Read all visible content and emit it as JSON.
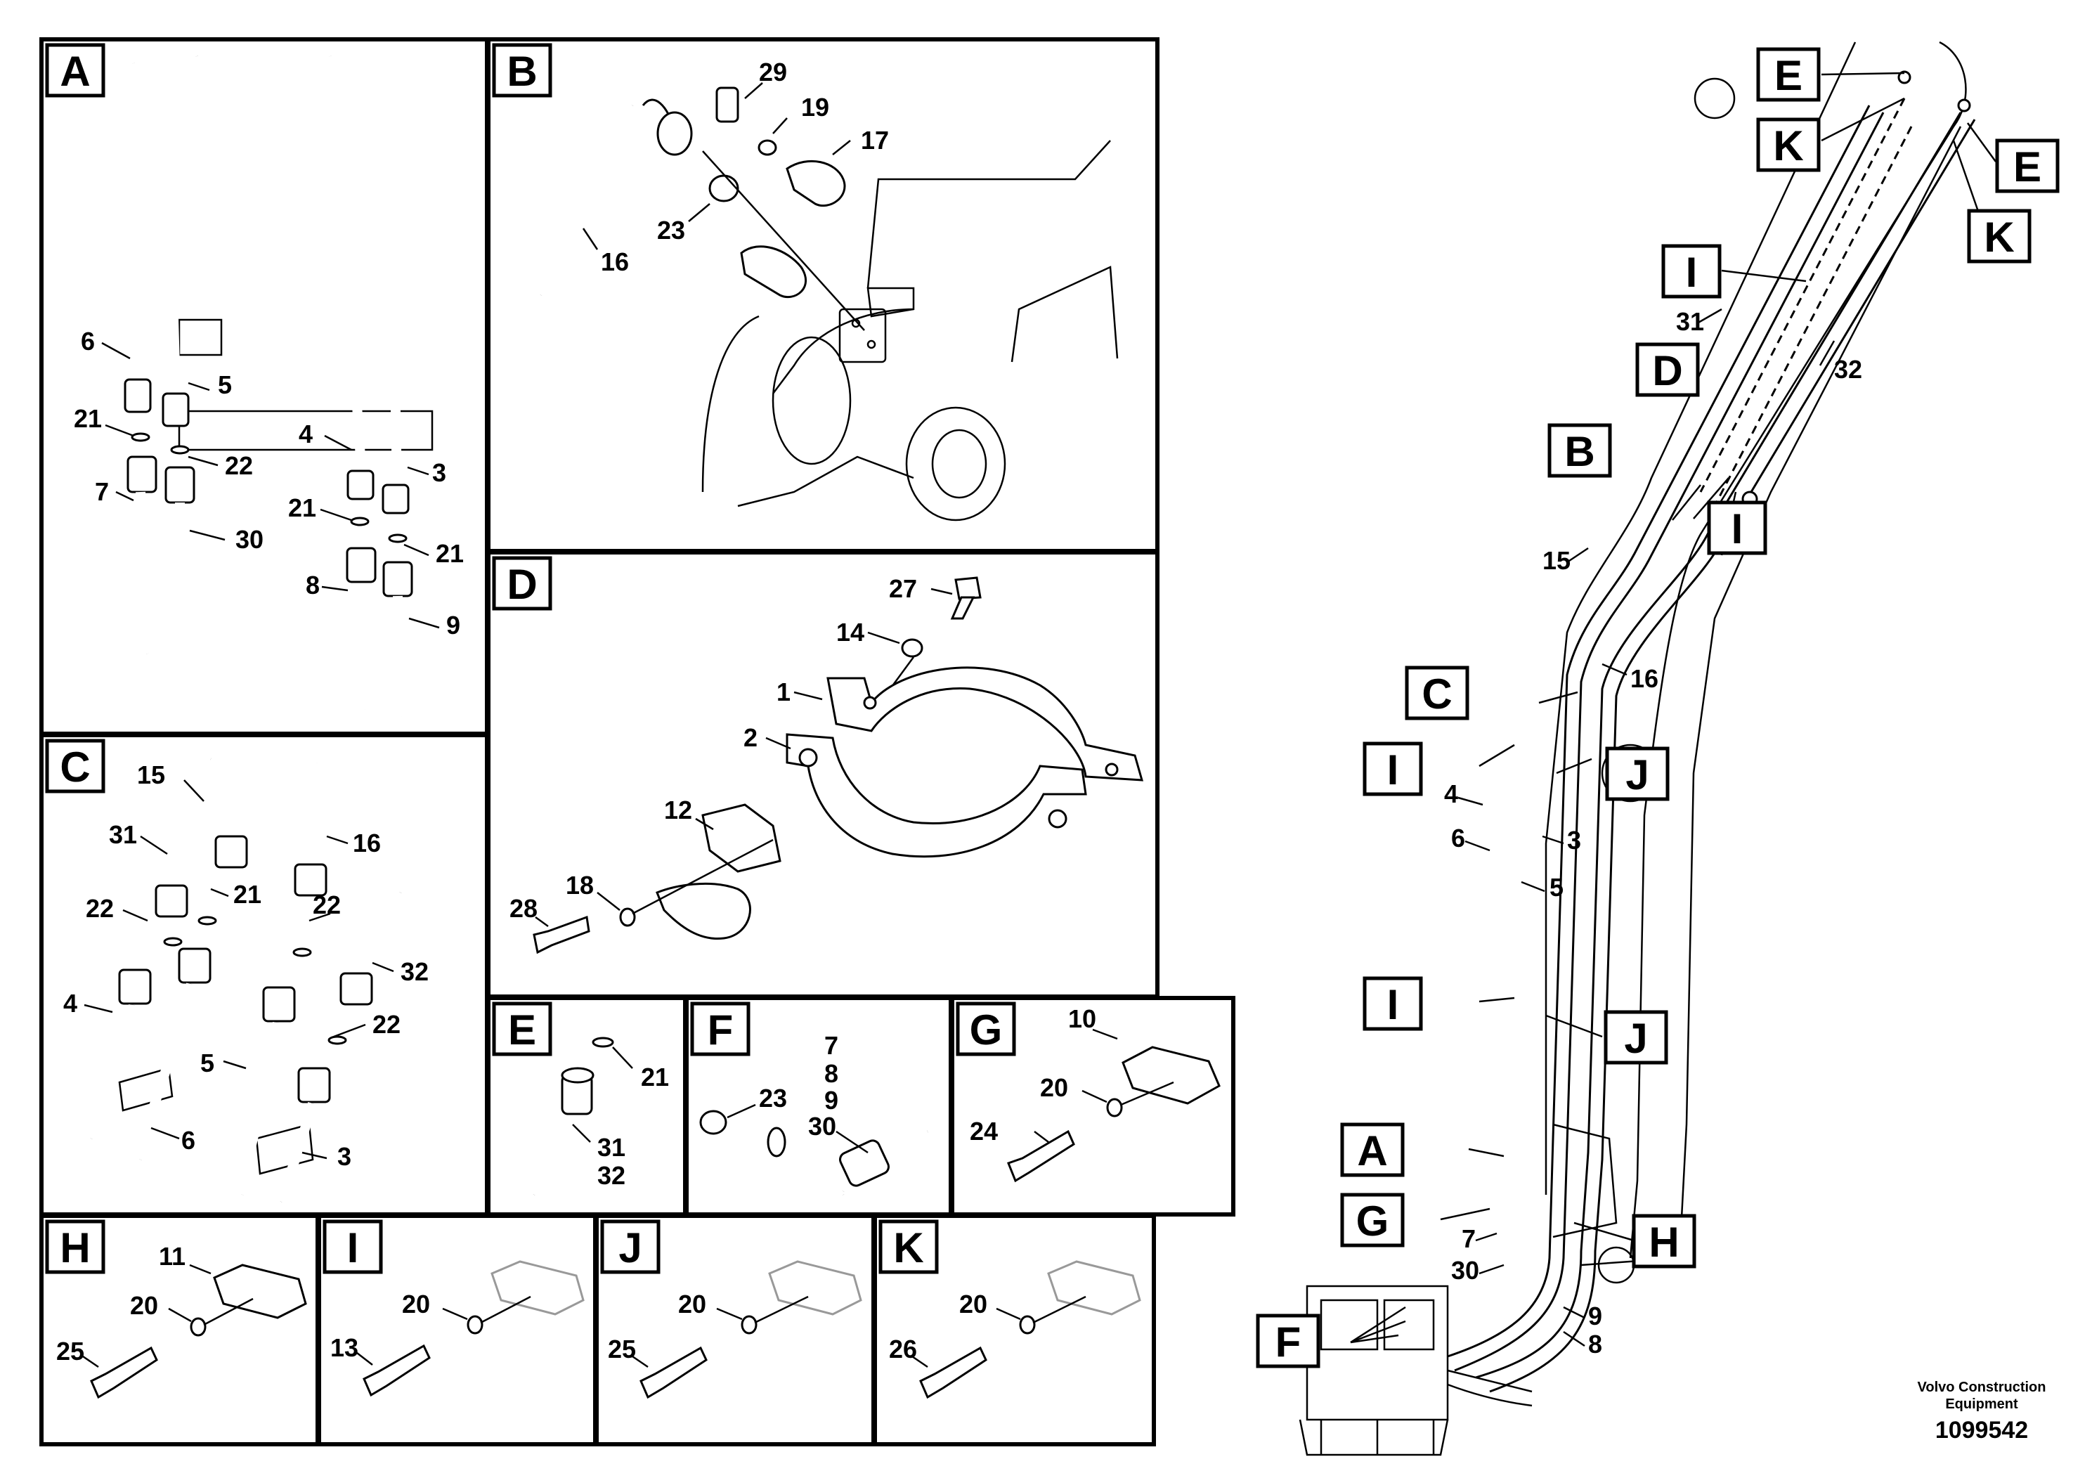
{
  "panels": [
    {
      "id": "A",
      "numbers": [
        "6",
        "5",
        "21",
        "22",
        "7",
        "30",
        "4",
        "3",
        "21",
        "21",
        "8",
        "9"
      ]
    },
    {
      "id": "B",
      "numbers": [
        "29",
        "19",
        "17",
        "23",
        "16"
      ]
    },
    {
      "id": "C",
      "numbers": [
        "15",
        "31",
        "16",
        "21",
        "22",
        "22",
        "32",
        "22",
        "4",
        "5",
        "6",
        "3"
      ]
    },
    {
      "id": "D",
      "numbers": [
        "27",
        "14",
        "1",
        "2",
        "12",
        "18",
        "28"
      ]
    },
    {
      "id": "E",
      "numbers": [
        "21",
        "31",
        "32"
      ]
    },
    {
      "id": "F",
      "numbers": [
        "7",
        "8",
        "9",
        "30",
        "23"
      ]
    },
    {
      "id": "G",
      "numbers": [
        "10",
        "20",
        "24"
      ]
    },
    {
      "id": "H",
      "numbers": [
        "11",
        "20",
        "25"
      ]
    },
    {
      "id": "I",
      "numbers": [
        "20",
        "13"
      ]
    },
    {
      "id": "J",
      "numbers": [
        "20",
        "25"
      ]
    },
    {
      "id": "K",
      "numbers": [
        "20",
        "26"
      ]
    }
  ],
  "overview": {
    "tags": [
      "E",
      "K",
      "E",
      "K",
      "I",
      "D",
      "B",
      "I",
      "C",
      "I",
      "J",
      "I",
      "J",
      "A",
      "G",
      "H",
      "F"
    ],
    "numbers": [
      "31",
      "32",
      "15",
      "16",
      "4",
      "6",
      "3",
      "5",
      "7",
      "30",
      "9",
      "8"
    ]
  },
  "footer": {
    "brand_line1": "Volvo Construction",
    "brand_line2": "Equipment",
    "doc_number": "1099542"
  }
}
